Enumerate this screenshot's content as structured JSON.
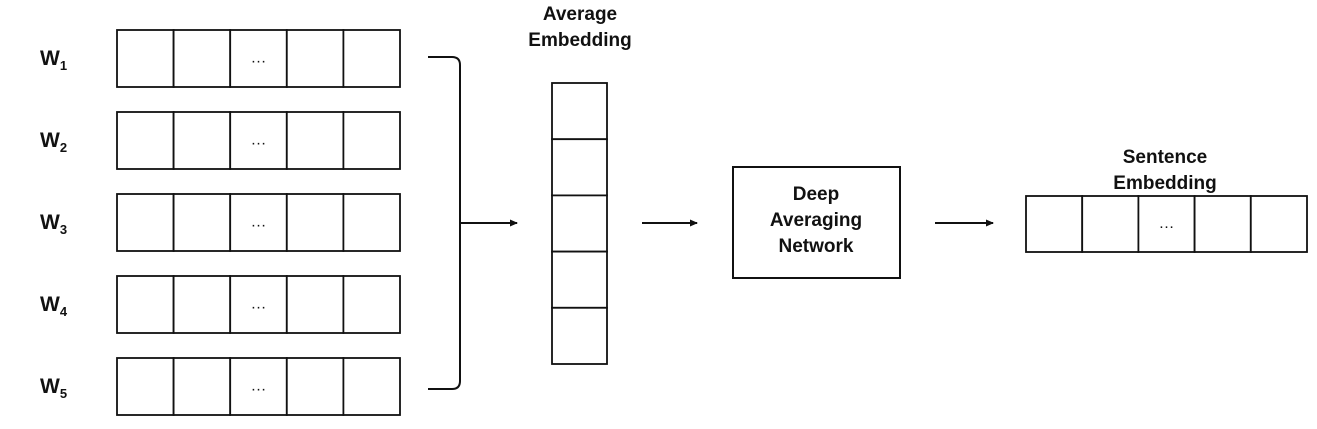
{
  "word_vectors": [
    {
      "letter": "W",
      "index": "1",
      "cells": [
        "",
        "",
        "…",
        "",
        ""
      ]
    },
    {
      "letter": "W",
      "index": "2",
      "cells": [
        "",
        "",
        "…",
        "",
        ""
      ]
    },
    {
      "letter": "W",
      "index": "3",
      "cells": [
        "",
        "",
        "…",
        "",
        ""
      ]
    },
    {
      "letter": "W",
      "index": "4",
      "cells": [
        "",
        "",
        "…",
        "",
        ""
      ]
    },
    {
      "letter": "W",
      "index": "5",
      "cells": [
        "",
        "",
        "…",
        "",
        ""
      ]
    }
  ],
  "average_embedding": {
    "title": [
      "Average",
      "Embedding"
    ],
    "cells": [
      "",
      "",
      "",
      "",
      ""
    ]
  },
  "network": {
    "title": [
      "Deep",
      "Averaging",
      "Network"
    ]
  },
  "sentence_embedding": {
    "title": [
      "Sentence",
      "Embedding"
    ],
    "cells": [
      "",
      "",
      "…",
      "",
      ""
    ]
  },
  "colors": {
    "stroke": "#111111",
    "background": "#ffffff"
  }
}
